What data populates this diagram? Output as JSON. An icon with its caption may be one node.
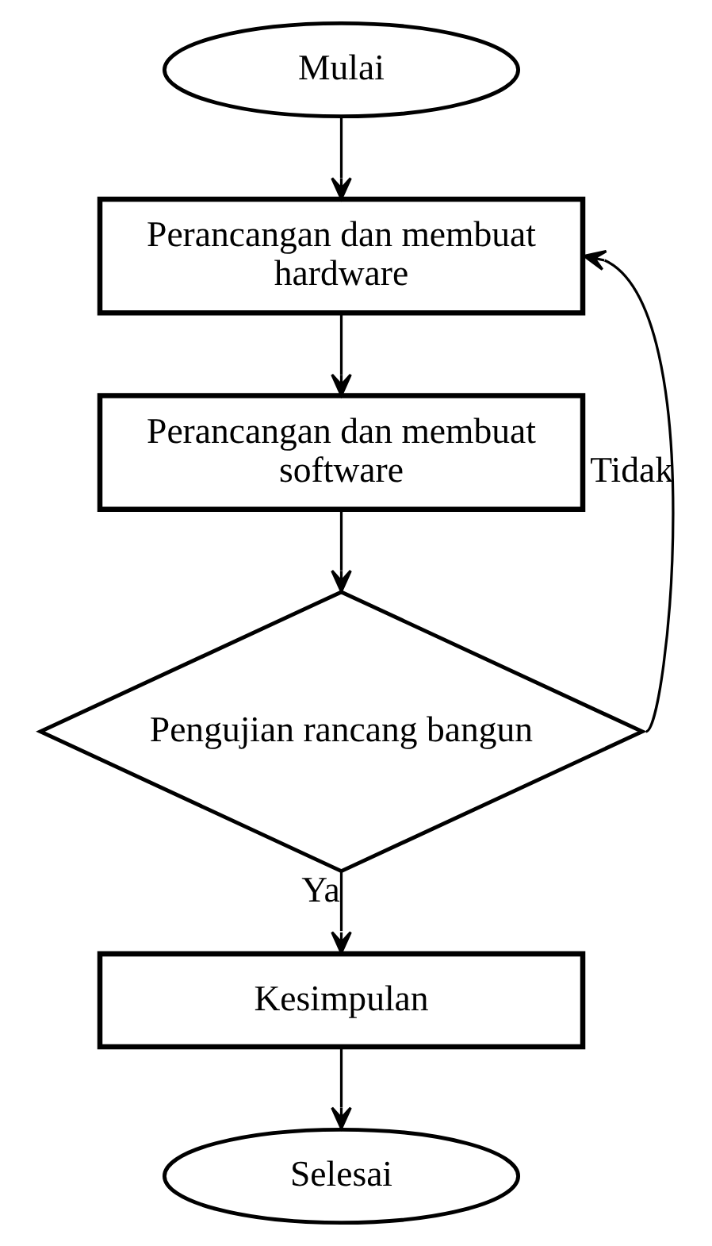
{
  "diagram": {
    "nodes": [
      {
        "text": [
          "Mulai"
        ]
      },
      {
        "text": [
          "Perancangan dan membuat hardware"
        ]
      },
      {
        "text": [
          "Perancangan dan membuat software"
        ]
      },
      {
        "text": [
          "Pengujian rancang bangun"
        ]
      },
      {
        "text": [
          "Kesimpulan"
        ]
      },
      {
        "text": [
          "Selesai"
        ]
      }
    ],
    "edges": [
      {
        "from": 0,
        "to": 1,
        "arrow": "to"
      },
      {
        "from": 1,
        "to": 2,
        "arrow": "to"
      },
      {
        "from": 2,
        "to": 3,
        "arrow": "to"
      },
      {
        "from": 3,
        "to": 4,
        "label": "Ya",
        "arrow": "to"
      },
      {
        "from": 4,
        "to": 5,
        "arrow": "to"
      },
      {
        "from": 3,
        "to": 1,
        "label": "Tidak",
        "arrow": "to"
      }
    ]
  }
}
